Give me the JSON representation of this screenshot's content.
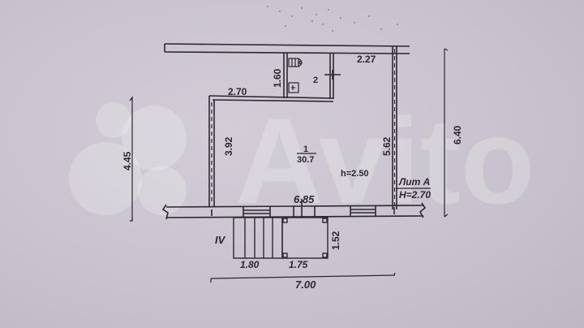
{
  "plan": {
    "watermark": "Avito",
    "rooms": [
      {
        "number": "1",
        "area": "30.7",
        "height_label": "h=2.50"
      },
      {
        "number": "2"
      }
    ],
    "building_label": {
      "name": "Лит А",
      "height": "H=2.70"
    },
    "porch_label": "IV",
    "dimensions": {
      "top_right_wall": "2.27",
      "bathroom_depth": "1.60",
      "left_step_width": "2.70",
      "left_wall": "3.92",
      "right_wall": "5.62",
      "front_wall": "6.85",
      "porch_depth": "1.52",
      "stairs_width": "1.80",
      "porch_width": "1.75",
      "overall_width": "7.00",
      "overall_left_depth": "4.45",
      "overall_right_depth": "6.40"
    },
    "colors": {
      "background": "#c9c4cf",
      "line": "#2b2830",
      "watermark": "#ffffff"
    }
  }
}
